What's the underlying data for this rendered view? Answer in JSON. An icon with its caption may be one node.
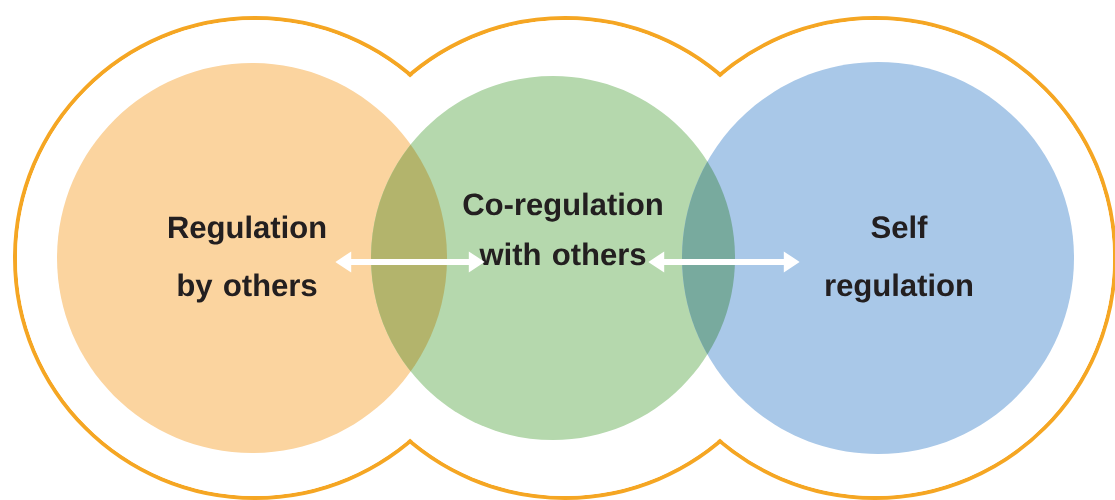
{
  "diagram": {
    "nodes": [
      {
        "text": [
          "Regulation by others"
        ]
      },
      {
        "text": [
          "Co-regulation with others"
        ]
      },
      {
        "text": [
          "Self regulation"
        ]
      }
    ],
    "edges": [
      {
        "from": 0,
        "to": 1,
        "arrow": "both"
      },
      {
        "from": 1,
        "to": 2,
        "arrow": "both"
      }
    ]
  }
}
